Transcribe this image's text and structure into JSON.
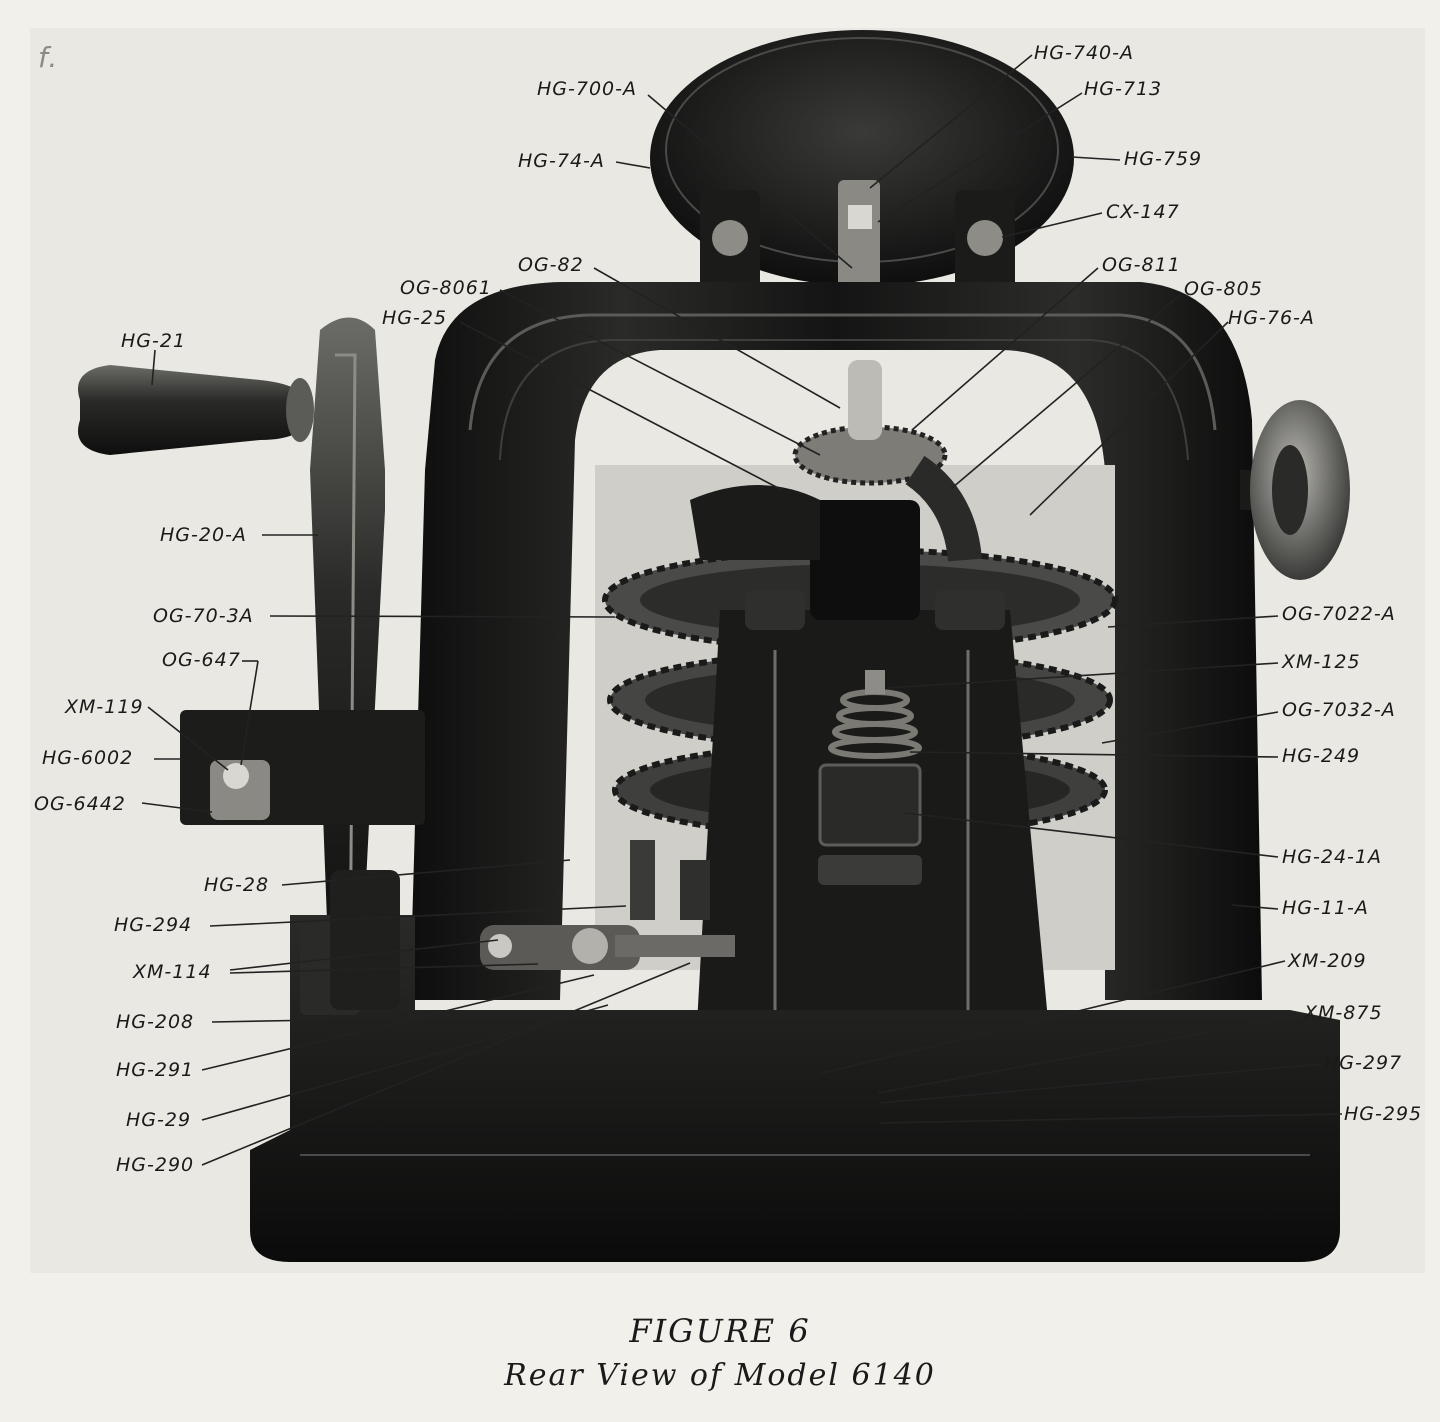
{
  "figure": {
    "title": "FIGURE 6",
    "subtitle": "Rear View of Model 6140",
    "margin_mark": "f."
  },
  "labels": {
    "hg_740_a": "HG-740-A",
    "hg_700_a": "HG-700-A",
    "hg_713": "HG-713",
    "hg_74_a": "HG-74-A",
    "hg_759": "HG-759",
    "cx_147": "CX-147",
    "og_82": "OG-82",
    "og_811": "OG-811",
    "og_8061": "OG-8061",
    "og_805": "OG-805",
    "hg_25": "HG-25",
    "hg_76_a": "HG-76-A",
    "hg_21": "HG-21",
    "hg_20_a": "HG-20-A",
    "og_70_3a": "OG-70-3A",
    "og_7022_a": "OG-7022-A",
    "og_647": "OG-647",
    "xm_125": "XM-125",
    "xm_119": "XM-119",
    "og_7032_a": "OG-7032-A",
    "hg_6002": "HG-6002",
    "hg_249": "HG-249",
    "og_6442": "OG-6442",
    "hg_24_1a": "HG-24-1A",
    "hg_28": "HG-28",
    "hg_11_a": "HG-11-A",
    "hg_294": "HG-294",
    "xm_114": "XM-114",
    "xm_209": "XM-209",
    "hg_208": "HG-208",
    "xm_875": "XM-875",
    "hg_291": "HG-291",
    "hg_297": "HG-297",
    "hg_29": "HG-29",
    "hg_295": "HG-295",
    "hg_290": "HG-290"
  },
  "colors": {
    "paper": "#f1f0ea",
    "machine": "#161616",
    "highlight": "#6a6a66",
    "leader": "#222222"
  }
}
